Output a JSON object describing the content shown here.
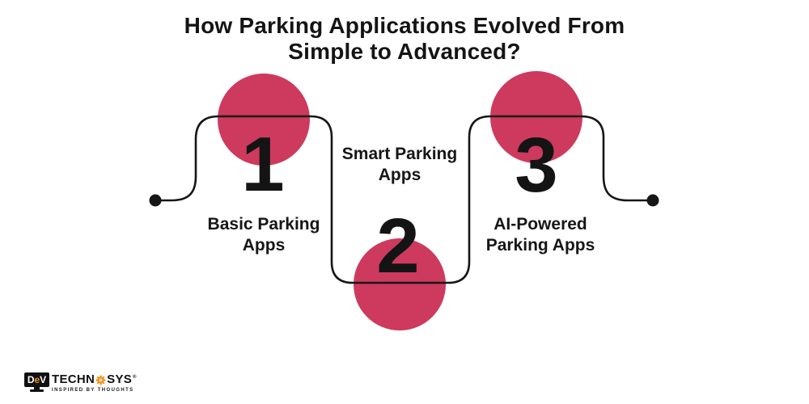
{
  "colors": {
    "accent": "#cd3a5e",
    "line": "#161616",
    "orange": "#f7941d"
  },
  "title": {
    "line1": "How Parking Applications Evolved From",
    "line2": "Simple to Advanced?"
  },
  "steps": [
    {
      "number": "1",
      "label": "Basic Parking Apps"
    },
    {
      "number": "2",
      "label": "Smart Parking Apps"
    },
    {
      "number": "3",
      "label": "AI-Powered Parking Apps"
    }
  ],
  "logo": {
    "monitor_letters": [
      "D",
      "e",
      "V"
    ],
    "brand_left": "TECHN",
    "brand_right": "SYS",
    "reg": "®",
    "tagline": "INSPIRED BY THOUGHTS"
  }
}
